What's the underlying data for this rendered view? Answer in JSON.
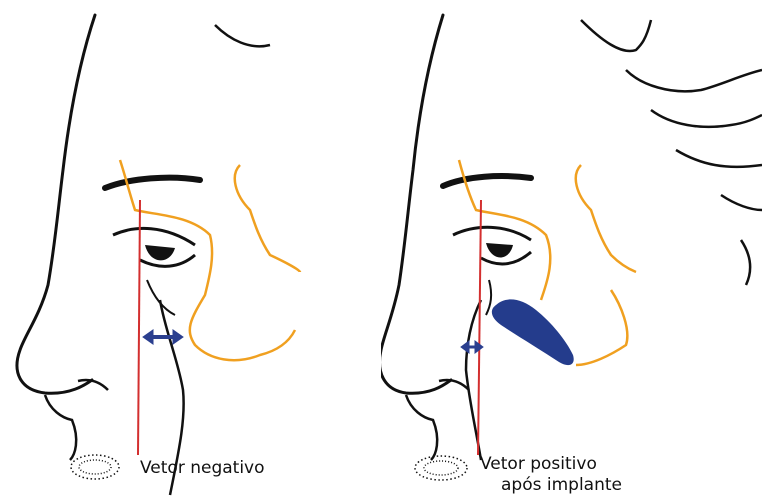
{
  "figure": {
    "left_panel": {
      "caption": "Vetor negativo"
    },
    "right_panel": {
      "caption_line1": "Vetor positivo",
      "caption_line2": "após implante"
    }
  },
  "colors": {
    "line": "#111111",
    "vector_line": "#d32f2f",
    "orbital_outline": "#f0a020",
    "arrow": "#2b3f8f",
    "implant": "#243c8c",
    "nostril_dots": "#111111"
  }
}
